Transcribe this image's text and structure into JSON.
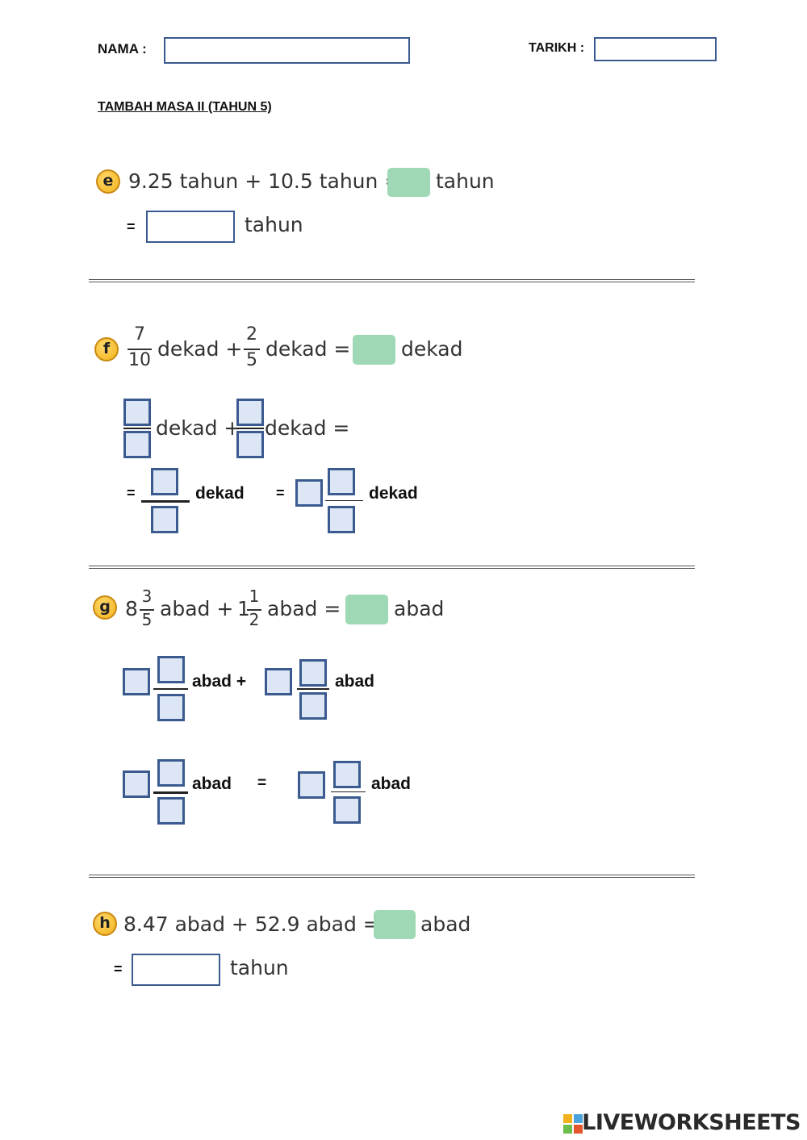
{
  "header": {
    "name_label": "NAMA :",
    "date_label": "TARIKH :",
    "title": "TAMBAH MASA II (TAHUN 5)"
  },
  "q_e": {
    "letter": "e",
    "expr": "9.25 tahun + 10.5 tahun =",
    "unit": "tahun",
    "eq": "=",
    "answer_unit": "tahun"
  },
  "q_f": {
    "letter": "f",
    "f1_num": "7",
    "f1_den": "10",
    "f2_num": "2",
    "f2_den": "5",
    "unit1": "dekad +",
    "unit2": "dekad =",
    "unit": "dekad",
    "row2_a": "dekad +",
    "row2_b": "dekad =",
    "eq": "=",
    "row3_unit": "dekad",
    "eq2": "=",
    "row3_unit2": "dekad"
  },
  "q_g": {
    "letter": "g",
    "w1": "8",
    "f1_num": "3",
    "f1_den": "5",
    "w2": "1",
    "f2_num": "1",
    "f2_den": "2",
    "mid1": "abad +",
    "mid2": "abad =",
    "unit": "abad",
    "row2_a": "abad +",
    "row2_b": "abad",
    "row3_a": "abad",
    "eq": "=",
    "row3_b": "abad"
  },
  "q_h": {
    "letter": "h",
    "expr": "8.47 abad + 52.9 abad =",
    "unit": "abad",
    "eq": "=",
    "answer_unit": "tahun"
  },
  "footer": {
    "brand": "LIVEWORKSHEETS"
  },
  "colors": {
    "field_border": "#3a5a90",
    "green_box": "#9fd8b4",
    "badge": "#f2b21c"
  }
}
